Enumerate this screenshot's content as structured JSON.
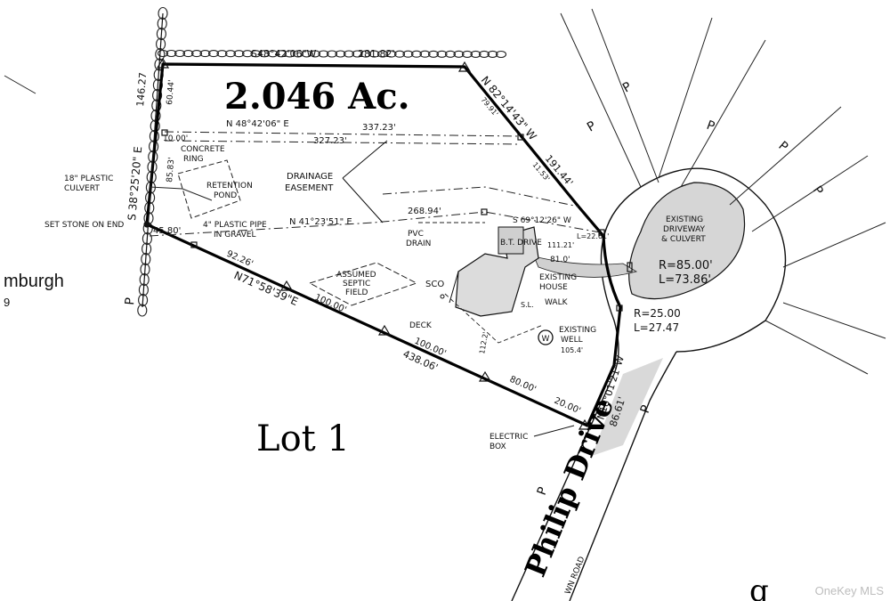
{
  "title": "2.046 Ac.",
  "lot_label": "Lot 1",
  "watermark": "OneKey MLS",
  "street": {
    "name": "Philip Drive",
    "sub_label": "WN ROAD",
    "partial_label": "g"
  },
  "neighbor_label": "mburgh",
  "neighbor_sub": "9",
  "bearings": {
    "north_line": "S48°42'06\"W",
    "north_dist": "281.82'",
    "west_line": "S 38°25'20\" E",
    "west_dist": "146.27",
    "ne_line": "N 82°14'43\" W",
    "ne_dist": "191.44'",
    "ne_small": "79.91'",
    "ne_small2": "11.53'",
    "south_line": "N71°58'39\"E",
    "south_dist": "438.06'",
    "frontage_line": "N18°01'21\"W",
    "frontage_dist": "86.61'",
    "easement_upper": "N 48°42'06\" E",
    "easement_d1": "337.23'",
    "easement_d2": "327.23'",
    "easement_lower": "N 41°23'51\" E",
    "easement_d3": "268.94'",
    "dist_92": "92.26'",
    "dist_100a": "100.00'",
    "dist_100b": "100.00'",
    "dist_80": "80.00'",
    "dist_20": "20.00'",
    "dist_45": "45.80'",
    "dist_60": "60.44'",
    "dist_10": "10.00'",
    "dist_85": "85.83'",
    "drive_bearing": "S 69°12'26\" W",
    "drive_l": "L=22.61'",
    "drive_111": "111.21'",
    "drive_81": "81.0'",
    "dist_105": "105.4'",
    "dist_112": "112.2'"
  },
  "curves": {
    "cul_de_sac_r": "R=85.00'",
    "cul_de_sac_l": "L=73.86'",
    "corner_r": "R=25.00",
    "corner_l": "L=27.47"
  },
  "annotations": {
    "concrete_ring": [
      "CONCRETE",
      "RING"
    ],
    "plastic_culvert": [
      "18\" PLASTIC",
      "CULVERT"
    ],
    "retention_pond": [
      "RETENTION",
      "POND"
    ],
    "set_stone": "SET STONE ON END",
    "plastic_pipe": [
      "4\" PLASTIC PIPE",
      "IN GRAVEL"
    ],
    "drainage_easement": [
      "DRAINAGE",
      "EASEMENT"
    ],
    "pvc_drain": [
      "PVC",
      "DRAIN"
    ],
    "bt_drive": "B.T. DRIVE",
    "assumed_septic": [
      "ASSUMED",
      "SEPTIC",
      "FIELD"
    ],
    "sco": "SCO",
    "existing_house": [
      "EXISTING",
      "HOUSE"
    ],
    "walk": "WALK",
    "deck": "DECK",
    "existing_well": [
      "EXISTING",
      "WELL"
    ],
    "well_symbol": "W",
    "existing_driveway": [
      "EXISTING",
      "DRIVEWAY",
      "& CULVERT"
    ],
    "electric_box": [
      "ELECTRIC",
      "BOX"
    ],
    "utility_mark": "P",
    "house_sl": "S.L."
  }
}
